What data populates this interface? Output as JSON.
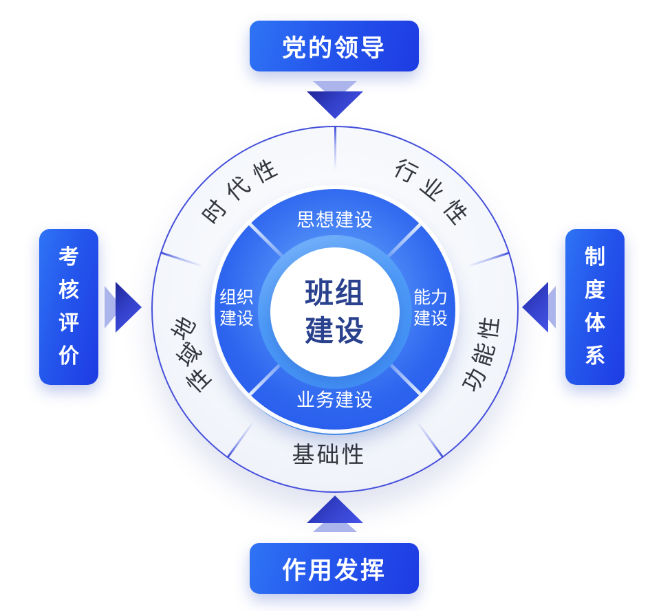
{
  "nodes": {
    "top": {
      "label": "党的领导"
    },
    "bottom": {
      "label": "作用发挥"
    },
    "left": {
      "label": "考核评价"
    },
    "right": {
      "label": "制度体系"
    }
  },
  "wheel": {
    "center_label": "班组建设",
    "center_lines": {
      "line1": "班组",
      "line2": "建设"
    },
    "inner_sectors": {
      "top": "思想建设",
      "right": "能力建设",
      "bottom": "业务建设",
      "left": "组织建设"
    },
    "inner_sector_lines": {
      "right": {
        "line1": "能力",
        "line2": "建设"
      },
      "left": {
        "line1": "组织",
        "line2": "建设"
      }
    },
    "outer_sectors": [
      "时代性",
      "行业性",
      "功能性",
      "基础性",
      "地域性"
    ]
  },
  "colors": {
    "box_gradient_start": "#2F74F5",
    "box_gradient_end": "#1E3BE3",
    "arrow_dark": "#2B32B5",
    "arrow_light": "#ABB4EB",
    "ring_blue": "#2E66EF",
    "halo_blue": "#4D9AF7",
    "outer_ring_border": "#444EDA",
    "center_text": "#2A418E",
    "outer_label_text": "#33363D"
  }
}
